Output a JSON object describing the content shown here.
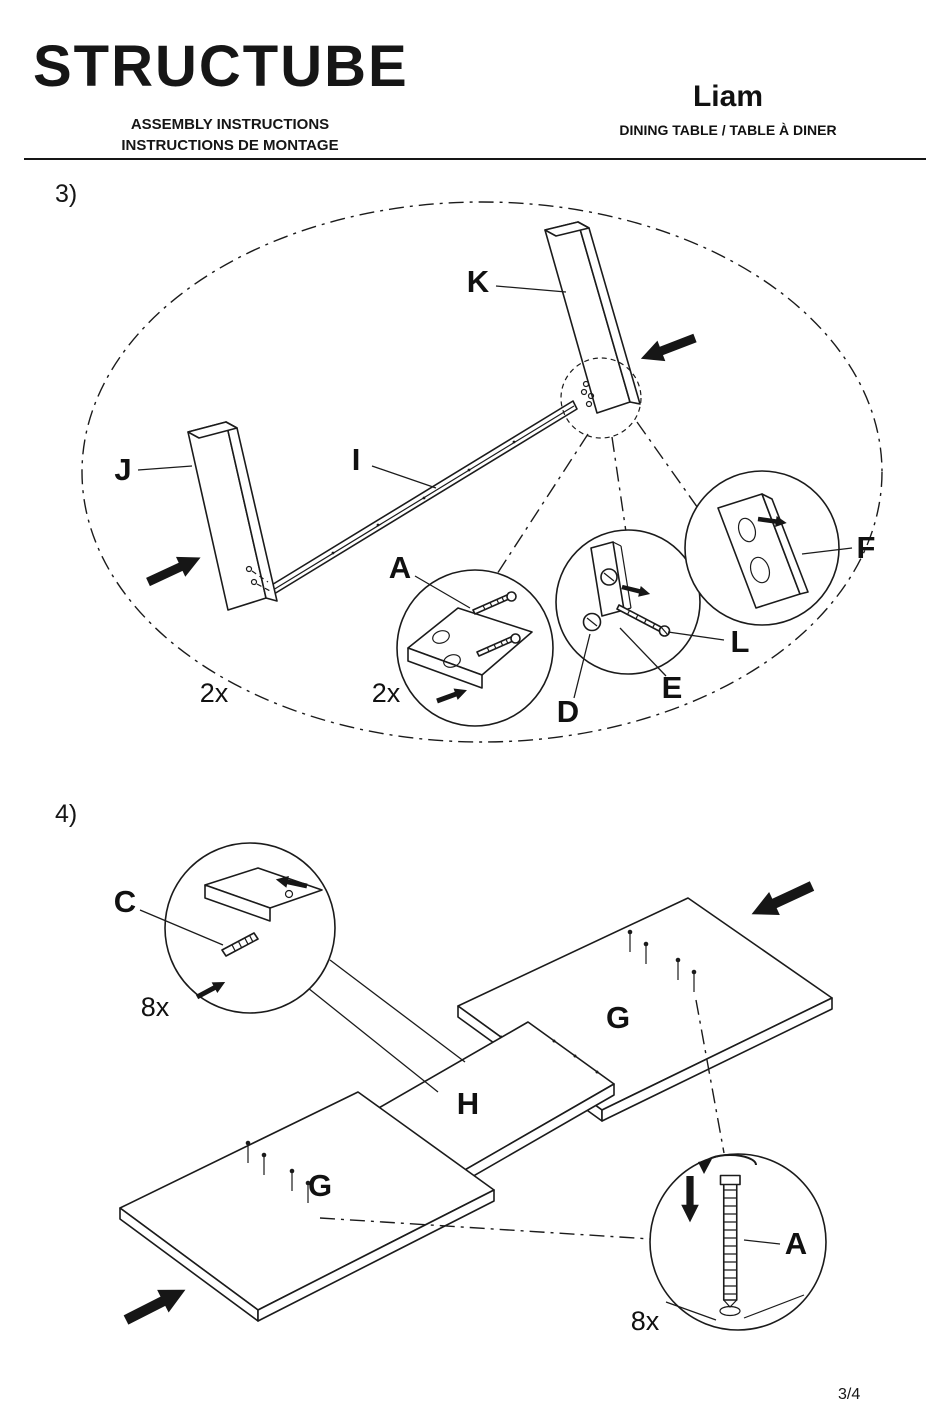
{
  "header": {
    "brand": "STRUCTUBE",
    "subtitle_line1": "ASSEMBLY INSTRUCTIONS",
    "subtitle_line2": "INSTRUCTIONS DE MONTAGE",
    "product_name": "Liam",
    "product_type": "DINING TABLE / TABLE À DINER"
  },
  "step3": {
    "number": "3)",
    "label_k": "K",
    "label_j": "J",
    "label_i": "I",
    "label_a": "A",
    "label_f": "F",
    "label_l": "L",
    "label_e": "E",
    "label_d": "D",
    "qty_legs": "2x",
    "qty_screws": "2x"
  },
  "step4": {
    "number": "4)",
    "label_c": "C",
    "label_g_right": "G",
    "label_h": "H",
    "label_g_left": "G",
    "label_a": "A",
    "qty_dowels": "8x",
    "qty_screws": "8x"
  },
  "footer": {
    "page": "3/4"
  }
}
